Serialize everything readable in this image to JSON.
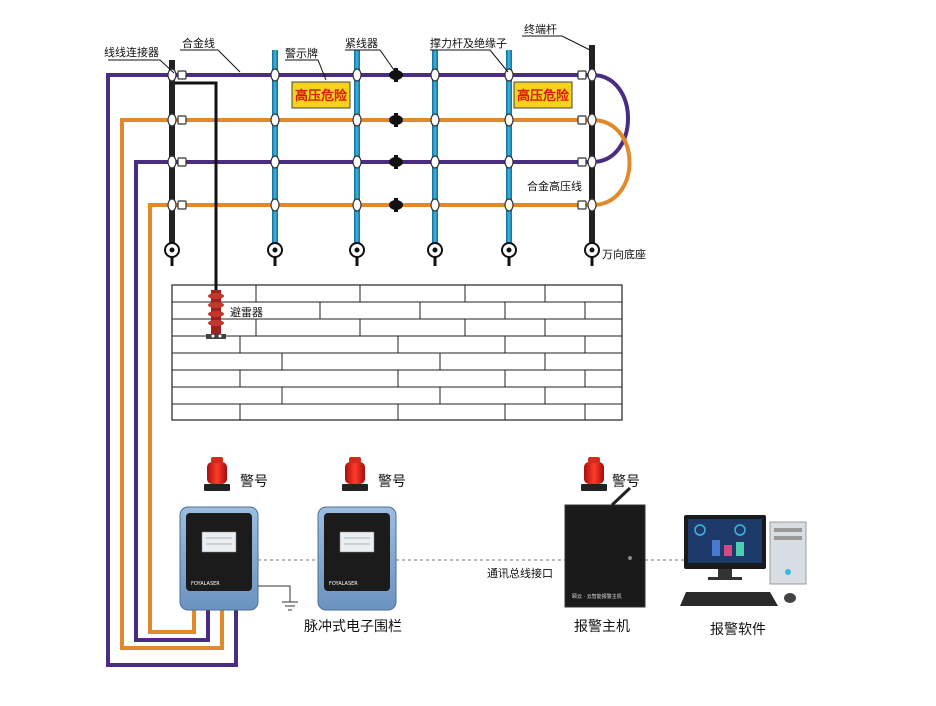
{
  "labels": {
    "connector": "线线连接器",
    "alloy_wire": "合金线",
    "warning_sign_label": "警示牌",
    "tensioner": "紧线器",
    "pole_insulator": "撑力杆及绝缘子",
    "end_pole": "终端杆",
    "hv_wire": "合金高压线",
    "universal_base": "万向底座",
    "arrester": "避雷器",
    "alarm": "警号",
    "fence_name": "脉冲式电子围栏",
    "bus_interface": "通讯总线接口",
    "alarm_host": "报警主机",
    "alarm_software": "报警软件"
  },
  "sign_text": "高压危险",
  "device_brand": "FOYALASER",
  "host_caption": "颐云 · 云智能报警主机",
  "colors": {
    "purple_wire": "#4a2c82",
    "orange_wire": "#e28a2b",
    "pole_blue": "#1a8fc0",
    "sign_yellow": "#f5d31a",
    "sign_red": "#d81e06",
    "device_blue": "#7fa6cf",
    "host_black": "#1a1a1a"
  },
  "icons": [
    "alarm-siren-icon",
    "ground-icon",
    "monitor-icon",
    "computer-tower-icon",
    "keyboard-icon",
    "mouse-icon"
  ]
}
